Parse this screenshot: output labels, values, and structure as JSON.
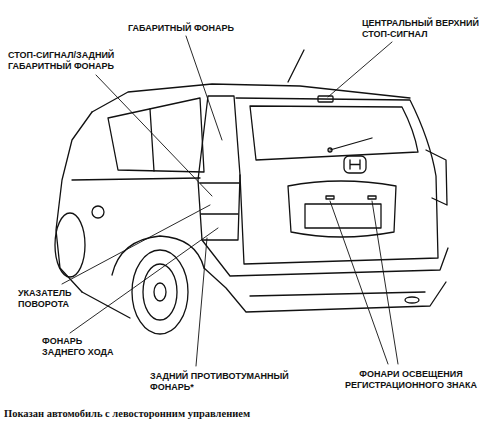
{
  "diagram": {
    "caption": "Показан автомобиль с левосторонним управлением",
    "labels": [
      "ГАБАРИТНЫЙ ФОНАРЬ",
      "СТОП-СИГНАЛ/ЗАДНИЙ ГАБАРИТНЫЙ ФОНАРЬ",
      "ЦЕНТРАЛЬНЫЙ ВЕРХНИЙ СТОП-СИГНАЛ",
      "УКАЗАТЕЛЬ ПОВОРОТА",
      "ФОНАРЬ ЗАДНЕГО ХОДА",
      "ЗАДНИЙ ПРОТИВОТУМАННЫЙ ФОНАРЬ*",
      "ФОНАРИ ОСВЕЩЕНИЯ РЕГИСТРАЦИОННОГО ЗНАКА"
    ]
  }
}
